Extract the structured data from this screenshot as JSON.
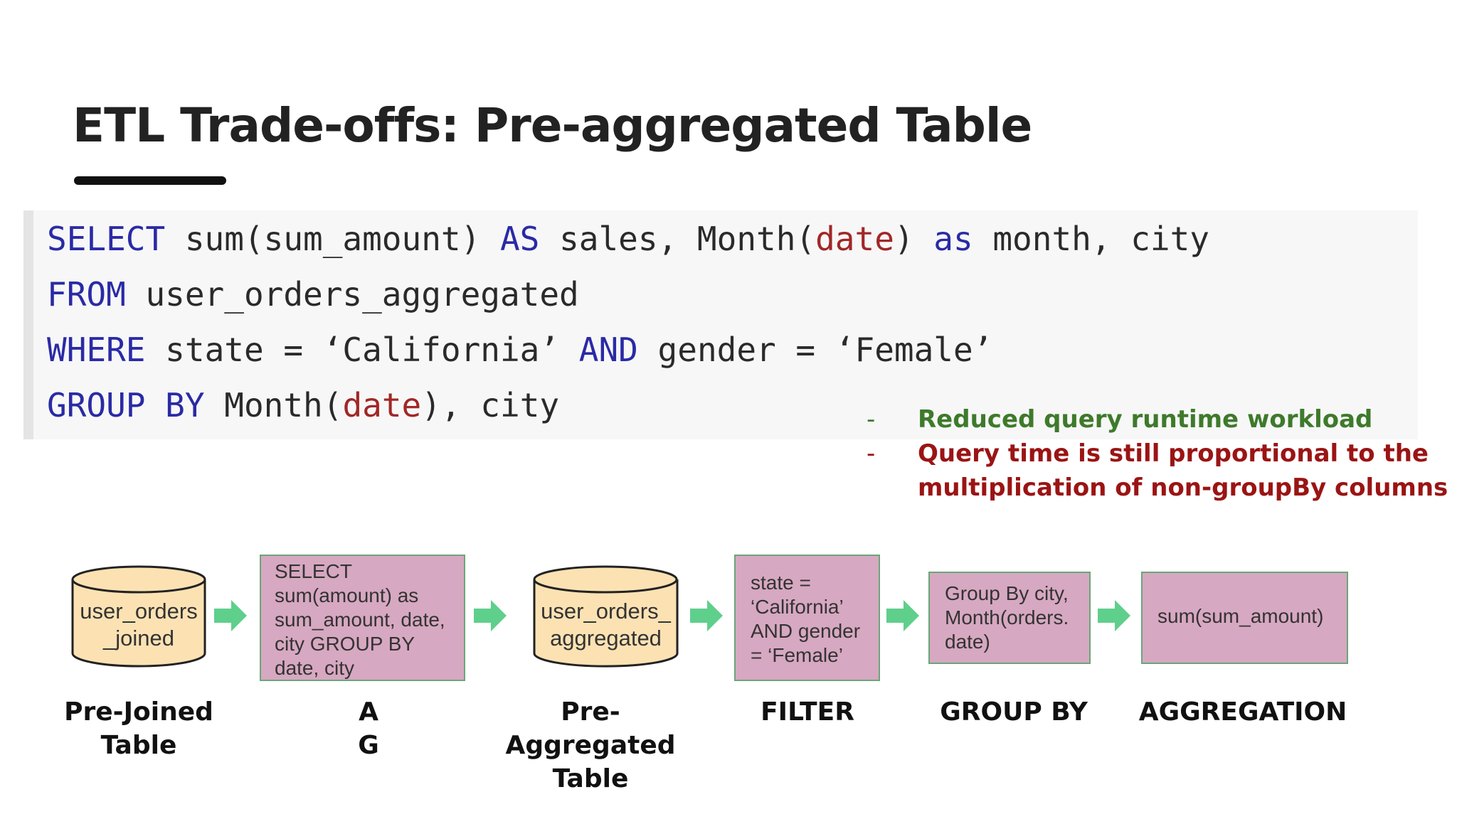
{
  "slide": {
    "title": "ETL Trade-offs: Pre-aggregated Table"
  },
  "sql": {
    "line1": {
      "kw1": "SELECT",
      "t1": " sum(sum_amount) ",
      "kw2": "AS",
      "t2": " sales, Month(",
      "arg": "date",
      "t3": ") ",
      "kw3": "as",
      "t4": " month, city"
    },
    "line2": {
      "kw1": "FROM",
      "t1": " user_orders_aggregated"
    },
    "line3": {
      "kw1": "WHERE",
      "t1": " state = ‘California’ ",
      "kw2": "AND",
      "t2": " gender = ‘Female’"
    },
    "line4": {
      "kw1": "GROUP BY",
      "t1": " Month(",
      "arg": "date",
      "t2": "), city"
    }
  },
  "notes": [
    {
      "dash": "-",
      "text": "Reduced query runtime workload",
      "color": "#3e7a2b"
    },
    {
      "dash": "-",
      "text_line1": "Query time is still proportional to the",
      "text_line2": "multiplication of non-groupBy columns",
      "color": "#9b1414"
    }
  ],
  "pipeline": {
    "pre_joined": {
      "line1": "user_orders",
      "line2": "_joined"
    },
    "aggregation_box": [
      "SELECT",
      "sum(amount) as",
      "sum_amount, date,",
      "city GROUP BY",
      "date, city"
    ],
    "pre_aggregated": {
      "line1": "user_orders_",
      "line2": "aggregated"
    },
    "filter_box": [
      "state =",
      "‘California’",
      "AND gender",
      "= ‘Female’"
    ],
    "groupby_box": [
      "Group By city,",
      "Month(orders.",
      "date)"
    ],
    "aggregation_final_box": "sum(sum_amount)",
    "labels": {
      "pre_joined": [
        "Pre-Joined",
        "Table"
      ],
      "aggregation": "AGGREGATION",
      "pre_aggregated": [
        "Pre-Aggregated",
        "Table"
      ],
      "filter": "FILTER",
      "group_by": "GROUP BY"
    }
  },
  "colors": {
    "cylinder_fill": "#fce2b3",
    "box_fill": "#d7a8c1",
    "arrow_fill": "#5fcf8c",
    "sql_keyword": "#2a2aa6",
    "sql_arg": "#a12727"
  },
  "icons": [
    "database-cylinder-icon",
    "arrow-right-icon"
  ]
}
